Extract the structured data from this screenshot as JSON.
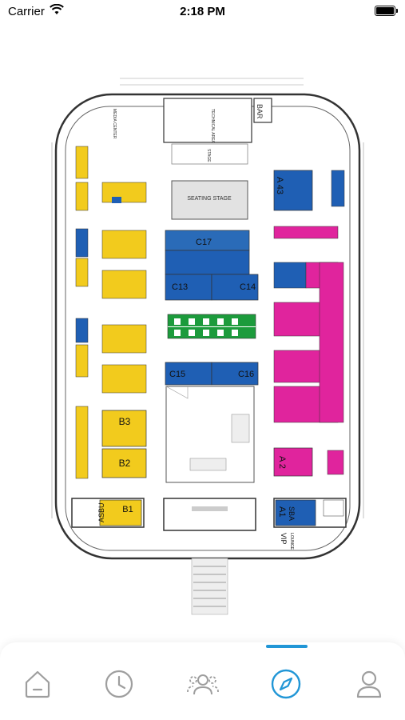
{
  "status_bar": {
    "carrier": "Carrier",
    "time": "2:18 PM"
  },
  "floor_plan": {
    "top_labels": {
      "media_center": "MEDIA CENTER",
      "technical": "TECHNICAL AREA",
      "bar": "BAR",
      "stage": "STAGE",
      "seating_stage": "SEATING STAGE"
    },
    "booths": {
      "a43": "A 43",
      "c17": "C17",
      "c13": "C13",
      "c14": "C14",
      "c15": "C15",
      "c16": "C16",
      "b3": "B3",
      "b2": "B2",
      "b1": "B1",
      "asbu": "ASBU",
      "a2": "A 2",
      "a1": "A1",
      "sba": "SBA",
      "vip": "VIP",
      "lounge": "LOUNGE"
    },
    "colors": {
      "yellow": "#f2cb1d",
      "blue": "#1f5fb4",
      "magenta": "#e0249d",
      "green": "#1c9b3c",
      "wall": "#333333"
    }
  },
  "tabbar": {
    "tabs": [
      {
        "name": "home",
        "icon": "home-icon"
      },
      {
        "name": "history",
        "icon": "clock-icon"
      },
      {
        "name": "people",
        "icon": "people-icon"
      },
      {
        "name": "explore",
        "icon": "compass-icon",
        "active": true
      },
      {
        "name": "profile",
        "icon": "person-icon"
      }
    ],
    "active_color": "#2196d6",
    "inactive_color": "#9e9e9e"
  }
}
